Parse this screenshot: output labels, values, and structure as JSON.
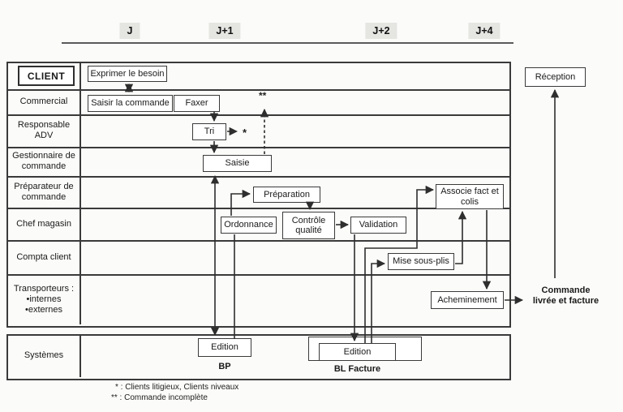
{
  "colors": {
    "ink": "#2e2e2e",
    "paper": "#fbfbf9",
    "header_bg": "#e5e5e2",
    "box_bg": "#ffffff"
  },
  "timeline": {
    "labels": [
      "J",
      "J+1",
      "J+2",
      "J+4"
    ]
  },
  "lanes": [
    {
      "label": "CLIENT"
    },
    {
      "label": "Commercial"
    },
    {
      "label": "Responsable\nADV"
    },
    {
      "label": "Gestionnaire de\ncommande"
    },
    {
      "label": "Préparateur de\ncommande"
    },
    {
      "label": "Chef magasin"
    },
    {
      "label": "Compta client"
    },
    {
      "label": "Transporteurs :\n•internes\n•externes"
    }
  ],
  "systems_lane": {
    "label": "Systèmes"
  },
  "boxes": {
    "exprimer": "Exprimer le besoin",
    "saisir": "Saisir la commande",
    "faxer": "Faxer",
    "tri": "Tri",
    "saisie": "Saisie",
    "preparation": "Préparation",
    "ordonnance": "Ordonnance",
    "controle": "Contrôle\nqualité",
    "validation": "Validation",
    "associe": "Associe fact et\ncolis",
    "mise": "Mise sous-plis",
    "acheminement": "Acheminement",
    "reception": "Réception",
    "edition_bp": "Edition",
    "edition_bl": "Edition"
  },
  "outputs": {
    "bp": "BP",
    "bl": "BL Facture",
    "commande": "Commande\nlivrée et facture"
  },
  "markers": {
    "asterisk": "*",
    "double_asterisk": "**"
  },
  "footnotes": [
    "* : Clients litigieux, Clients niveaux",
    "** : Commande incomplète"
  ]
}
